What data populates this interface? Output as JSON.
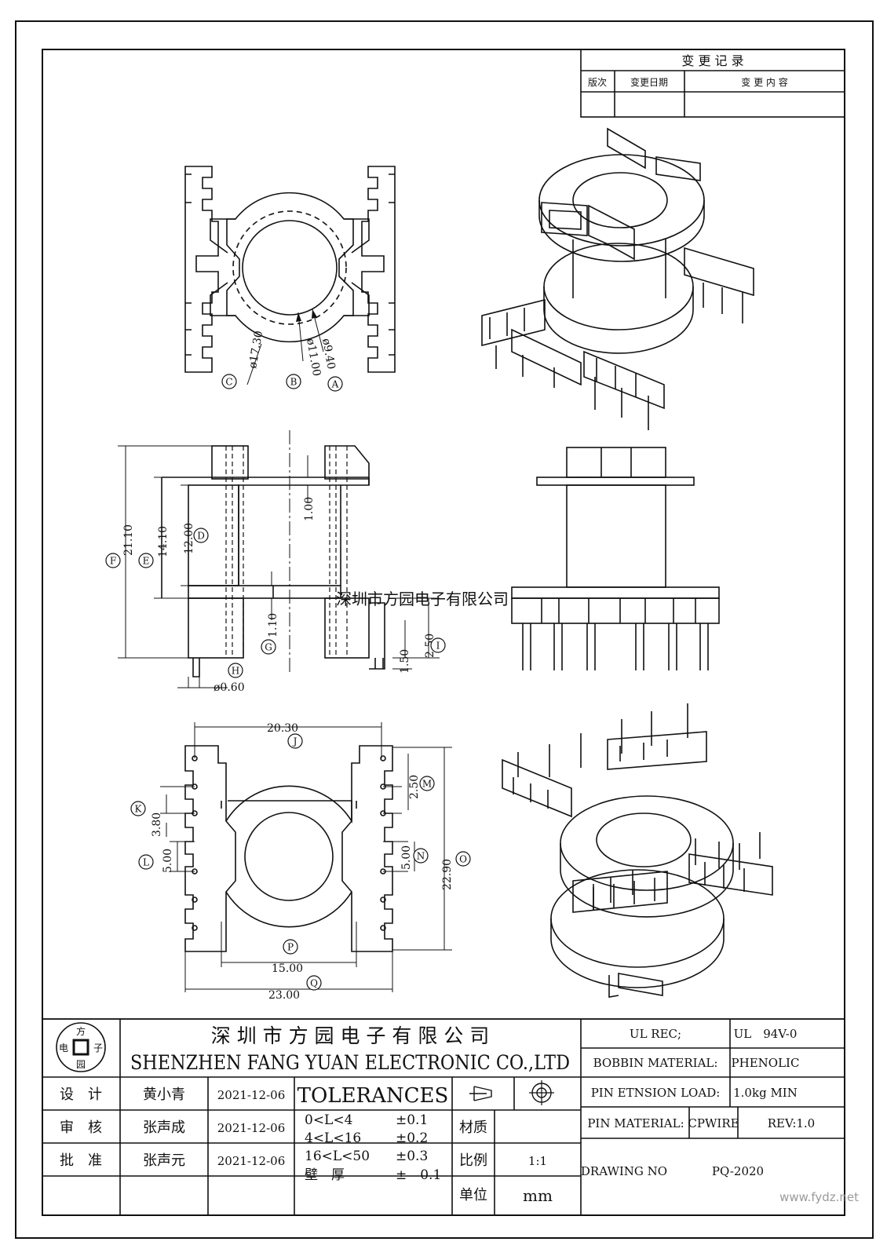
{
  "change_record": {
    "title": "变 更 记 录",
    "col_version": "版次",
    "col_date": "变更日期",
    "col_content": "变 更 内 容"
  },
  "dimensions": {
    "A": "ø9.40",
    "B": "ø11.00",
    "C": "ø17.30",
    "D": "12.00",
    "E": "14.10",
    "F": "21.10",
    "G": "1.10",
    "H": "ø0.60",
    "I": "2.50",
    "flange": "1.00",
    "pin_len": "1.50",
    "J": "20.30",
    "K": "3.80",
    "L": "5.00",
    "M": "2.50",
    "N": "5.00",
    "O": "22.90",
    "P": "15.00",
    "Q": "23.00"
  },
  "labels": [
    "A",
    "B",
    "C",
    "D",
    "E",
    "F",
    "G",
    "H",
    "I",
    "J",
    "K",
    "L",
    "M",
    "N",
    "O",
    "P",
    "Q"
  ],
  "overlay_text": "深圳市方园电子有限公司",
  "watermark": "www.fydz.net",
  "title_block": {
    "logo_chars": {
      "top": "方",
      "left": "电",
      "right": "子",
      "bottom": "园"
    },
    "company_cn": "深 圳 市 方 园 电 子 有 限 公 司",
    "company_en": "SHENZHEN FANG YUAN ELECTRONIC CO.,LTD",
    "roles": [
      {
        "role": "设　计",
        "name": "黄小青",
        "date": "2021-12-06"
      },
      {
        "role": "审　核",
        "name": "张声成",
        "date": "2021-12-06"
      },
      {
        "role": "批　准",
        "name": "张声元",
        "date": "2021-12-06"
      }
    ],
    "tolerances_title": "TOLERANCES",
    "tolerances": [
      {
        "range": "0<L<4",
        "value": "±0.1"
      },
      {
        "range": "4<L<16",
        "value": "±0.2"
      },
      {
        "range": "16<L<50",
        "value": "±0.3"
      },
      {
        "range": "壁　厚",
        "value": "±　0.1"
      }
    ],
    "material_label": "材质",
    "material_value": "",
    "scale_label": "比例",
    "scale_value": "1:1",
    "unit_label": "单位",
    "unit_value": "mm",
    "ul_rec_label": "UL REC;",
    "ul_rec_value": "UL　94V-0",
    "bobbin_label": "BOBBIN MATERIAL:",
    "bobbin_value": "PHENOLIC",
    "pin_load_label": "PIN ETNSION LOAD:",
    "pin_load_value": "1.0kg MIN",
    "pin_mat_label": "PIN MATERIAL:",
    "pin_mat_value": "CPWIRE",
    "rev": "REV:1.0",
    "drawing_no_label": "DRAWING NO",
    "drawing_no_value": "PQ-2020"
  }
}
